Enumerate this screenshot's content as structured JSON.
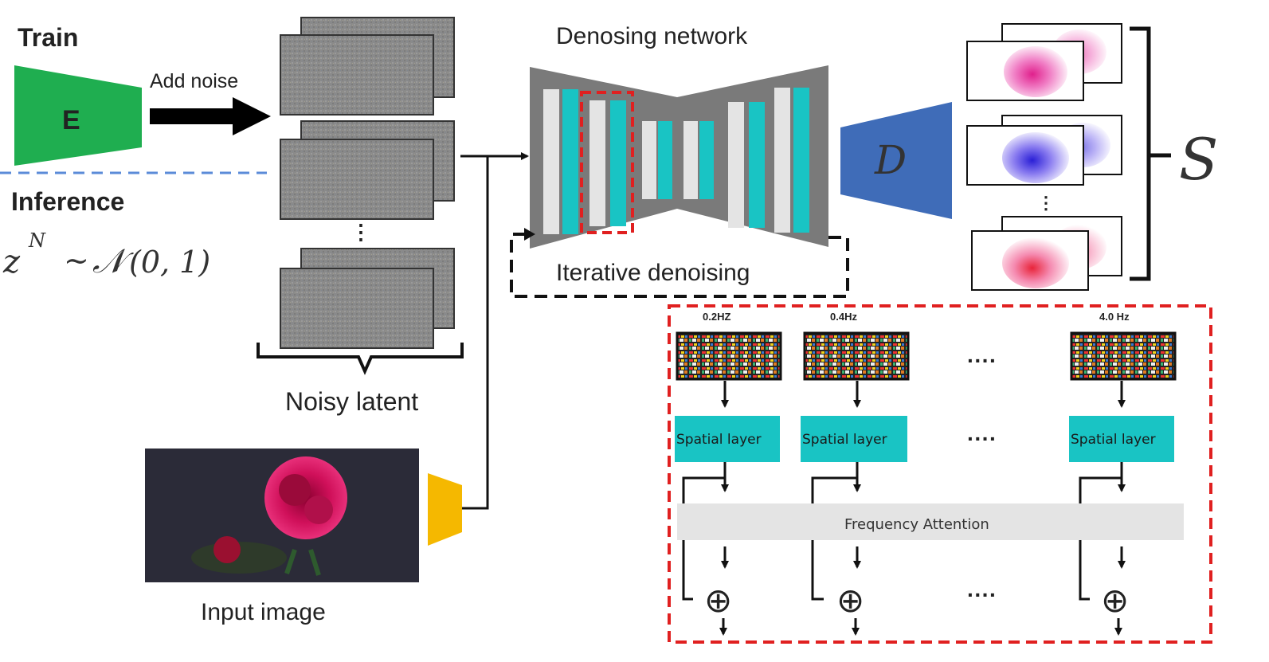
{
  "labels": {
    "train": "Train",
    "encoder": "E",
    "add_noise": "Add noise",
    "inference": "Inference",
    "prior": "z^N ~ N(0,1)",
    "noisy_latent": "Noisy latent",
    "input_image": "Input image",
    "denoising_network": "Denosing network",
    "iterative_denoising": "Iterative denoising",
    "decoder": "D",
    "output_set": "S",
    "ellipsis_vertical": "⋮",
    "ellipsis_horizontal": "····"
  },
  "frequency_module": {
    "frequencies": [
      "0.2HZ",
      "0.4Hz",
      "4.0 Hz"
    ],
    "layer_label": "Spatial layer",
    "attention_label": "Frequency Attention",
    "plus": "⊕"
  },
  "colors": {
    "encoder": "#1fae50",
    "decoder": "#3f6cb8",
    "image_encoder": "#f5b800",
    "teal": "#19c4c4",
    "light_bar": "#e4e4e4",
    "unet_body": "#7a7a7a",
    "red_dash": "#e02020",
    "blue_dash": "#5b8bd8"
  }
}
